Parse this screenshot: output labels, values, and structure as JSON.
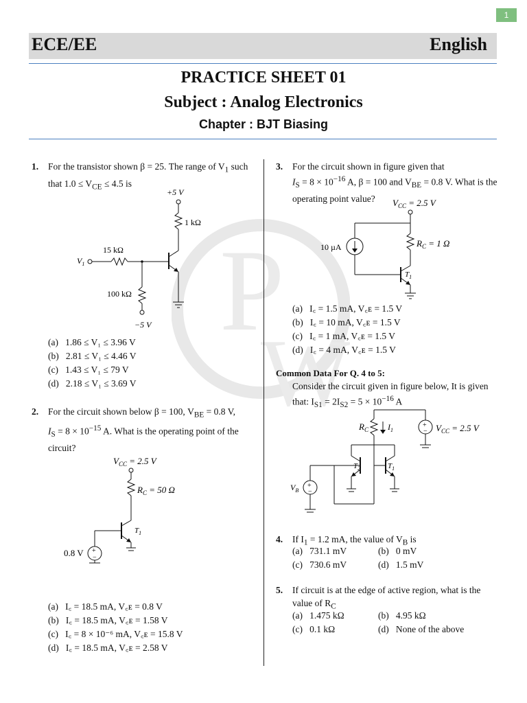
{
  "page_number": "1",
  "header": {
    "left": "ECE/EE",
    "right": "English"
  },
  "titles": {
    "sheet": "PRACTICE SHEET 01",
    "subject": "Subject : Analog Electronics",
    "chapter": "Chapter : BJT Biasing"
  },
  "q1": {
    "num": "1.",
    "text_a": "For the transistor shown β = 25. The range of V",
    "text_sub": "1",
    "text_b": " such",
    "text_c": "that 1.0 ≤ V",
    "text_c_sub": "CE",
    "text_d": " ≤ 4.5 is",
    "circuit": {
      "vplus": "+5 V",
      "rc": "1 kΩ",
      "rb": "15 kΩ",
      "re": "100 kΩ",
      "vin": "V",
      "vin_sub": "1",
      "vminus": "−5 V"
    },
    "options": [
      {
        "label": "(a)",
        "text": "1.86 ≤ V₁ ≤ 3.96 V"
      },
      {
        "label": "(b)",
        "text": "2.81 ≤ V₁ ≤ 4.46 V"
      },
      {
        "label": "(c)",
        "text": "1.43 ≤ V₁ ≤ 79 V"
      },
      {
        "label": "(d)",
        "text": "2.18 ≤ V₁ ≤ 3.69 V"
      }
    ]
  },
  "q2": {
    "num": "2.",
    "line1": "For the circuit shown below β = 100, V",
    "line1_sub": "BE",
    "line1_end": " = 0.8 V,",
    "line2": "I",
    "line2_sub": "S",
    "line2_end": " = 8 × 10",
    "line2_sup": "−15",
    "line2_tail": " A. What is the operating point of the",
    "line3": "circuit?",
    "circuit": {
      "vcc": "V",
      "vcc_sub": "CC",
      "vcc_val": " = 2.5 V",
      "rc": "R",
      "rc_sub": "C",
      "rc_val": " = 50 Ω",
      "t": "T",
      "t_sub": "1",
      "vb": "0.8 V"
    },
    "options": [
      {
        "label": "(a)",
        "text": "I꜀ = 18.5 mA, V꜀ᴇ = 0.8 V"
      },
      {
        "label": "(b)",
        "text": "I꜀ = 18.5 mA, V꜀ᴇ = 1.58 V"
      },
      {
        "label": "(c)",
        "text": "I꜀ = 8 × 10⁻⁶ mA, V꜀ᴇ = 15.8 V"
      },
      {
        "label": "(d)",
        "text": "I꜀ = 18.5 mA, V꜀ᴇ = 2.58 V"
      }
    ]
  },
  "q3": {
    "num": "3.",
    "line1": "For the circuit shown in figure given that",
    "line2": "I",
    "line2_sub": "S",
    "line2_mid": " = 8 × 10",
    "line2_sup": "−16",
    "line2_end": " A, β = 100 and V",
    "line2_sub2": "BE",
    "line2_tail": " = 0.8 V. What is the",
    "line3": "operating point value?",
    "circuit": {
      "vcc": "V",
      "vcc_sub": "CC",
      "vcc_val": " = 2.5 V",
      "src": "10 µA",
      "rc": "R",
      "rc_sub": "C",
      "rc_val": " = 1 Ω",
      "t": "T",
      "t_sub": "1"
    },
    "options": [
      {
        "label": "(a)",
        "text": "I꜀ = 1.5 mA, V꜀ᴇ = 1.5 V"
      },
      {
        "label": "(b)",
        "text": "I꜀ = 10 mA, V꜀ᴇ = 1.5 V"
      },
      {
        "label": "(c)",
        "text": "I꜀ = 1 mA, V꜀ᴇ = 1.5 V"
      },
      {
        "label": "(d)",
        "text": "I꜀ = 4 mA, V꜀ᴇ = 1.5 V"
      }
    ]
  },
  "common": {
    "heading": "Common Data For Q. 4 to 5:",
    "line1": "Consider the circuit given in figure below, It is given",
    "line2": "that: I",
    "line2_sub": "S1",
    "line2_mid": " = 2I",
    "line2_sub2": "S2",
    "line2_end": " = 5 × 10",
    "line2_sup": "−16",
    "line2_tail": " A",
    "circuit": {
      "rc": "R",
      "rc_sub": "C",
      "i1": "I",
      "i1_sub": "1",
      "vcc": "V",
      "vcc_sub": "CC",
      "vcc_val": " = 2.5 V",
      "t2": "T",
      "t2_sub": "2",
      "t1": "T",
      "t1_sub": "1",
      "vb": "V",
      "vb_sub": "B"
    }
  },
  "q4": {
    "num": "4.",
    "text": "If I",
    "text_sub": "1",
    "text_mid": " = 1.2 mA, the value of V",
    "text_sub2": "B",
    "text_end": " is",
    "options": [
      {
        "label": "(a)",
        "text": "731.1 mV"
      },
      {
        "label": "(b)",
        "text": "0 mV"
      },
      {
        "label": "(c)",
        "text": "730.6 mV"
      },
      {
        "label": "(d)",
        "text": "1.5 mV"
      }
    ]
  },
  "q5": {
    "num": "5.",
    "line1": "If circuit is at the edge of active region, what is the",
    "line2": "value of R",
    "line2_sub": "C",
    "options": [
      {
        "label": "(a)",
        "text": "1.475 kΩ"
      },
      {
        "label": "(b)",
        "text": "4.95 kΩ"
      },
      {
        "label": "(c)",
        "text": "0.1 kΩ"
      },
      {
        "label": "(d)",
        "text": "None of the above"
      }
    ]
  },
  "colors": {
    "rule": "#4a7fc0",
    "header_band": "#d9d9d9",
    "badge": "#7fbf7f",
    "watermark": "#e6e6e6"
  }
}
